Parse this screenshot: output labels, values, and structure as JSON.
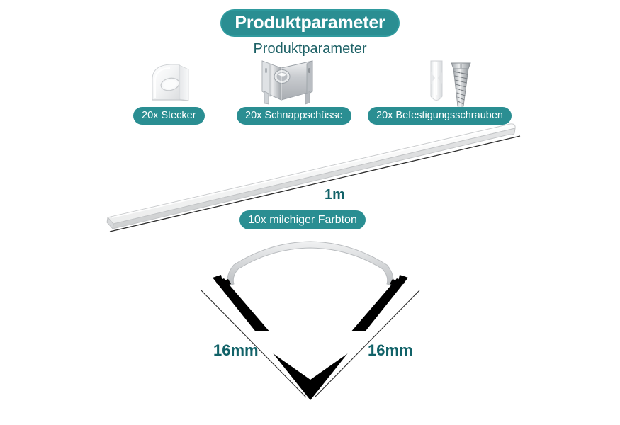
{
  "page": {
    "background_color": "#ffffff",
    "accent_color": "#2a8e92",
    "dim_text_color": "#116268",
    "subtitle_color": "#1d6166"
  },
  "header": {
    "badge_label": "Produktparameter",
    "subtitle": "Produktparameter"
  },
  "accessories": [
    {
      "icon": "end-cap-icon",
      "label": "20x Stecker"
    },
    {
      "icon": "mounting-clip-icon",
      "label": "20x Schnappschüsse"
    },
    {
      "icon": "screw-and-anchor-icon",
      "label": "20x Befestigungsschrauben"
    }
  ],
  "profile_bar": {
    "icon": "led-profile-bar-icon",
    "length_label": "1m",
    "color_label": "10x milchiger Farbton"
  },
  "cross_section": {
    "icon": "corner-profile-cross-section-icon",
    "dimension_left": "16mm",
    "dimension_right": "16mm",
    "body_color": "#000000",
    "diffuser_color": "#d8dadc"
  }
}
